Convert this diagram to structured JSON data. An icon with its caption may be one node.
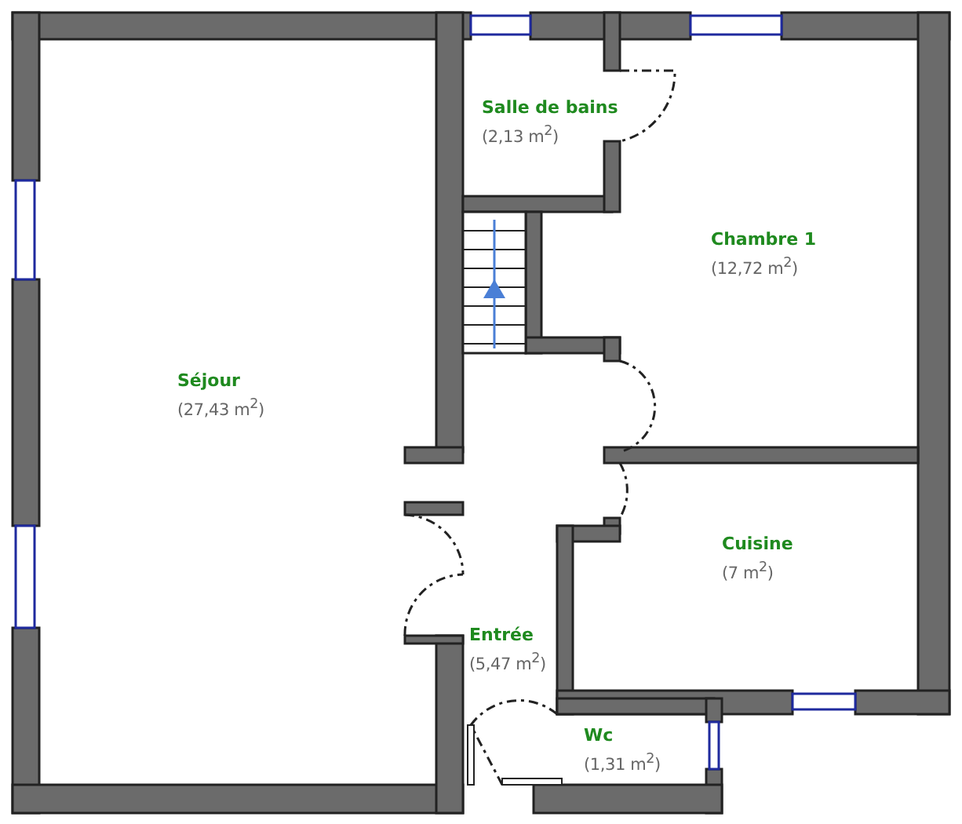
{
  "diagram": {
    "nodes": [
      {
        "text": [
          "Salle de bains",
          "(2,13 m$^{2}$)"
        ]
      },
      {
        "text": [
          "Chambre 1",
          "(12,72 m$^{2}$)"
        ]
      },
      {
        "text": [
          "Séjour",
          "(27,43 m$^{2}$)"
        ]
      },
      {
        "text": [
          "Cuisine",
          "(7 m$^{2}$)"
        ]
      },
      {
        "text": [
          "Entrée",
          "(5,47 m$^{2}$)"
        ]
      },
      {
        "text": [
          "Wc",
          "(1,31 m$^{2}$)"
        ]
      }
    ]
  }
}
